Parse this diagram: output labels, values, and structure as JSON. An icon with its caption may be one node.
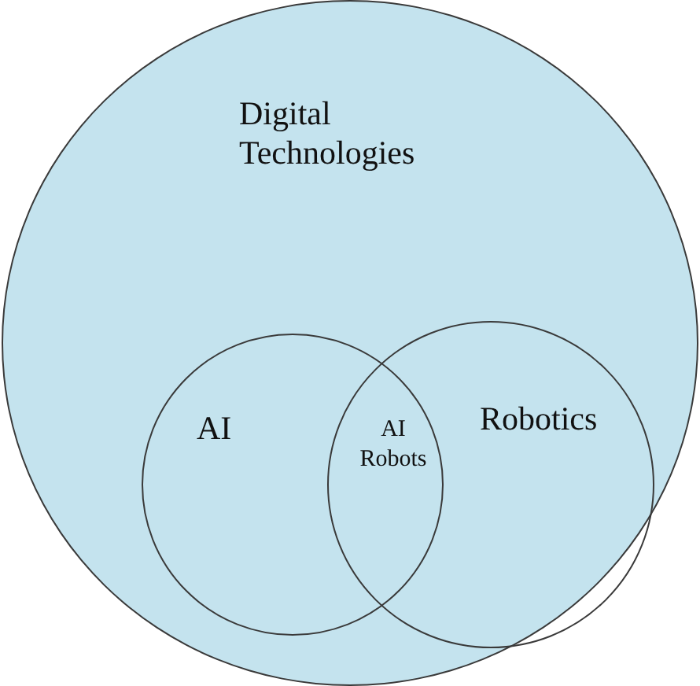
{
  "diagram": {
    "nodes": [
      {
        "text": [
          "Digital Technologies"
        ]
      },
      {
        "text": [
          "AI"
        ],
        "in": 0
      },
      {
        "text": [
          "Robotics"
        ],
        "in": 0
      }
    ],
    "labels": [
      "AI Robots"
    ]
  }
}
